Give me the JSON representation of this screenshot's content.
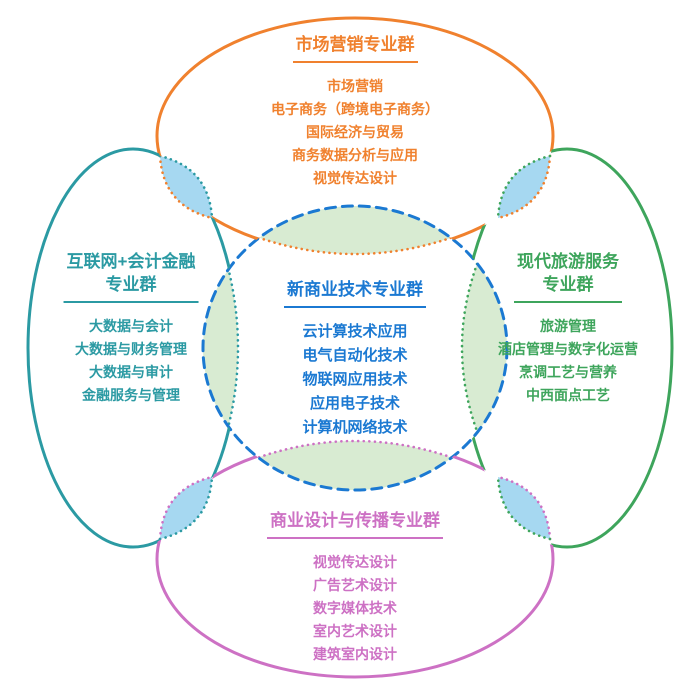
{
  "groups": {
    "top": {
      "title": "市场营销专业群",
      "color": "#f0812e",
      "items": [
        "市场营销",
        "电子商务（跨境电子商务）",
        "国际经济与贸易",
        "商务数据分析与应用",
        "视觉传达设计"
      ]
    },
    "left": {
      "title": "互联网+会计金融\n专业群",
      "color": "#2b9aa3",
      "items": [
        "大数据与会计",
        "大数据与财务管理",
        "大数据与审计",
        "金融服务与管理"
      ]
    },
    "right": {
      "title": "现代旅游服务\n专业群",
      "color": "#3ea55c",
      "items": [
        "旅游管理",
        "酒店管理与数字化运营",
        "烹调工艺与营养",
        "中西面点工艺"
      ]
    },
    "bottom": {
      "title": "商业设计与传播专业群",
      "color": "#cd71c4",
      "items": [
        "视觉传达设计",
        "广告艺术设计",
        "数字媒体技术",
        "室内艺术设计",
        "建筑室内设计"
      ]
    },
    "center": {
      "title": "新商业技术专业群",
      "color": "#1b79d2",
      "items": [
        "云计算技术应用",
        "电气自动化技术",
        "物联网应用技术",
        "应用电子技术",
        "计算机网络技术"
      ]
    }
  },
  "colors": {
    "petal_fill": "#d8ebd2",
    "lens_fill": "#a6d8f1"
  }
}
